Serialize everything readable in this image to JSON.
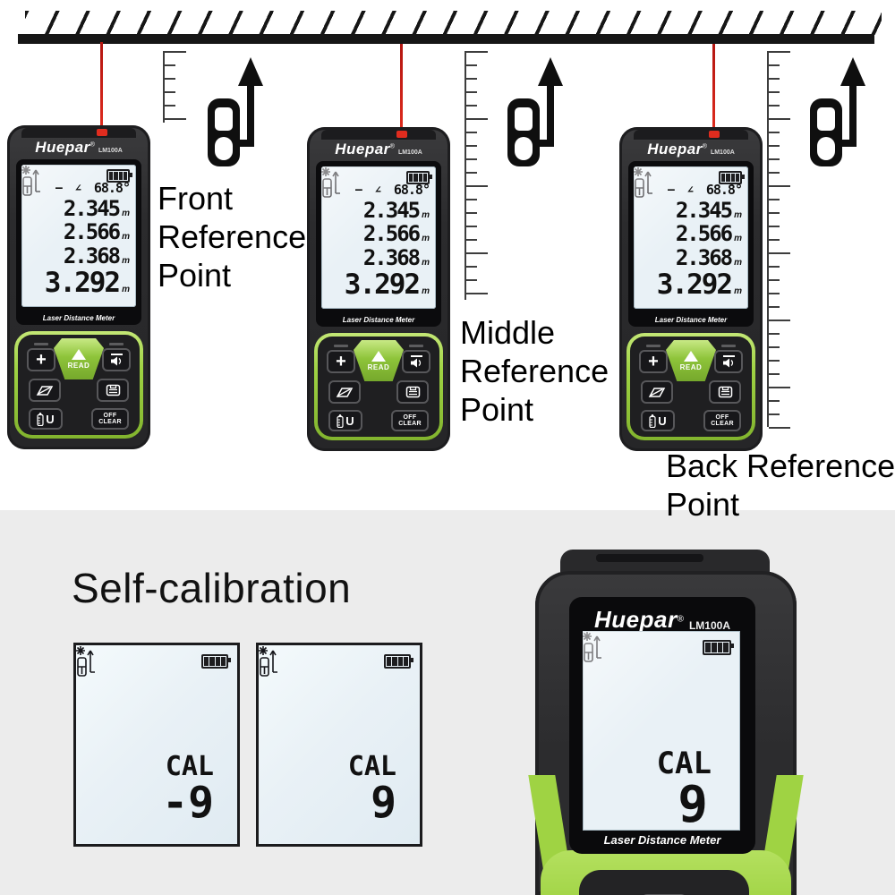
{
  "top_labels": {
    "front": {
      "lines": [
        "Front",
        "Reference",
        "Point"
      ]
    },
    "middle": {
      "lines": [
        "Middle",
        "Reference",
        "Point"
      ]
    },
    "back": {
      "lines": [
        "Back Reference",
        "Point"
      ]
    }
  },
  "device": {
    "brand": "Huepar",
    "registered": "®",
    "model": "LM100A",
    "lcd": {
      "angle_dash": "—",
      "angle_symbol": "∠",
      "angle_value": "68.8°",
      "readings": [
        {
          "value": "2.345",
          "unit": "m"
        },
        {
          "value": "2.566",
          "unit": "m"
        },
        {
          "value": "2.368",
          "unit": "m"
        },
        {
          "value": "3.292",
          "unit": "m"
        }
      ]
    },
    "screen_label": "Laser Distance Meter",
    "buttons": {
      "plus": "+",
      "read": "READ",
      "unit": "U",
      "off_line1": "OFF",
      "off_line2": "CLEAR"
    }
  },
  "calibration": {
    "title": "Self-calibration",
    "panels": [
      {
        "label": "CAL",
        "value": "-9"
      },
      {
        "label": "CAL",
        "value": "9"
      }
    ],
    "device": {
      "brand": "Huepar",
      "registered": "®",
      "model": "LM100A",
      "lcd_label": "CAL",
      "lcd_value": "9",
      "screen_label": "Laser Distance Meter"
    }
  },
  "colors": {
    "accent_green": "#9fd343",
    "laser_red": "#e02c1e",
    "lcd_bg": "#e9f1f6",
    "section_gray": "#ececec"
  }
}
